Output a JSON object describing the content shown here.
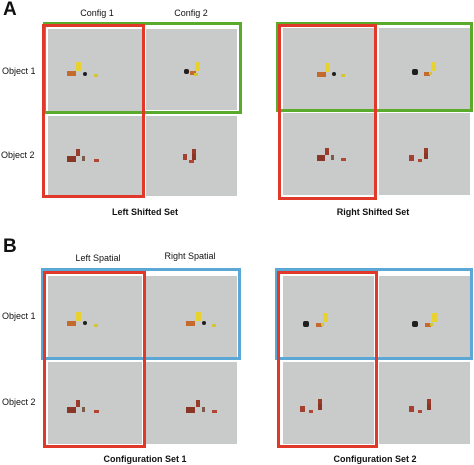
{
  "panel_a": {
    "letter": "A",
    "col_headers": [
      "Config 1",
      "Config 2"
    ],
    "row_labels": [
      "Object 1",
      "Object 2"
    ],
    "set_labels": [
      "Left Shifted Set",
      "Right Shifted Set"
    ]
  },
  "panel_b": {
    "letter": "B",
    "col_headers": [
      "Left Spatial",
      "Right Spatial"
    ],
    "row_labels": [
      "Object 1",
      "Object 2"
    ],
    "set_labels": [
      "Configuration Set 1",
      "Configuration Set 2"
    ]
  },
  "colors": {
    "green_frame": "#5aab2b",
    "red_frame": "#e0392a",
    "blue_frame": "#5ba8d6",
    "scene_bg": "#c8cbc9"
  }
}
